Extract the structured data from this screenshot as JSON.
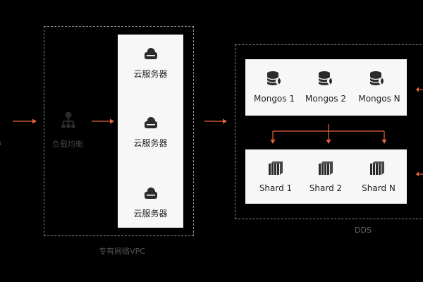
{
  "vpc": {
    "title": "专有网络VPC",
    "load_balancer_label": "负载均衡",
    "servers": [
      "云服务器",
      "云服务器",
      "云服务器"
    ]
  },
  "dds": {
    "title": "DDS",
    "mongos": [
      "Mongos 1",
      "Mongos 2",
      "Mongos N"
    ],
    "shards": [
      "Shard 1",
      "Shard 2",
      "Shard N"
    ]
  },
  "colors": {
    "background": "#000000",
    "panel": "#f7f7f7",
    "arrow": "#e8643a",
    "dashed_border": "#8a8a8a",
    "icon": "#2b2b2b"
  }
}
